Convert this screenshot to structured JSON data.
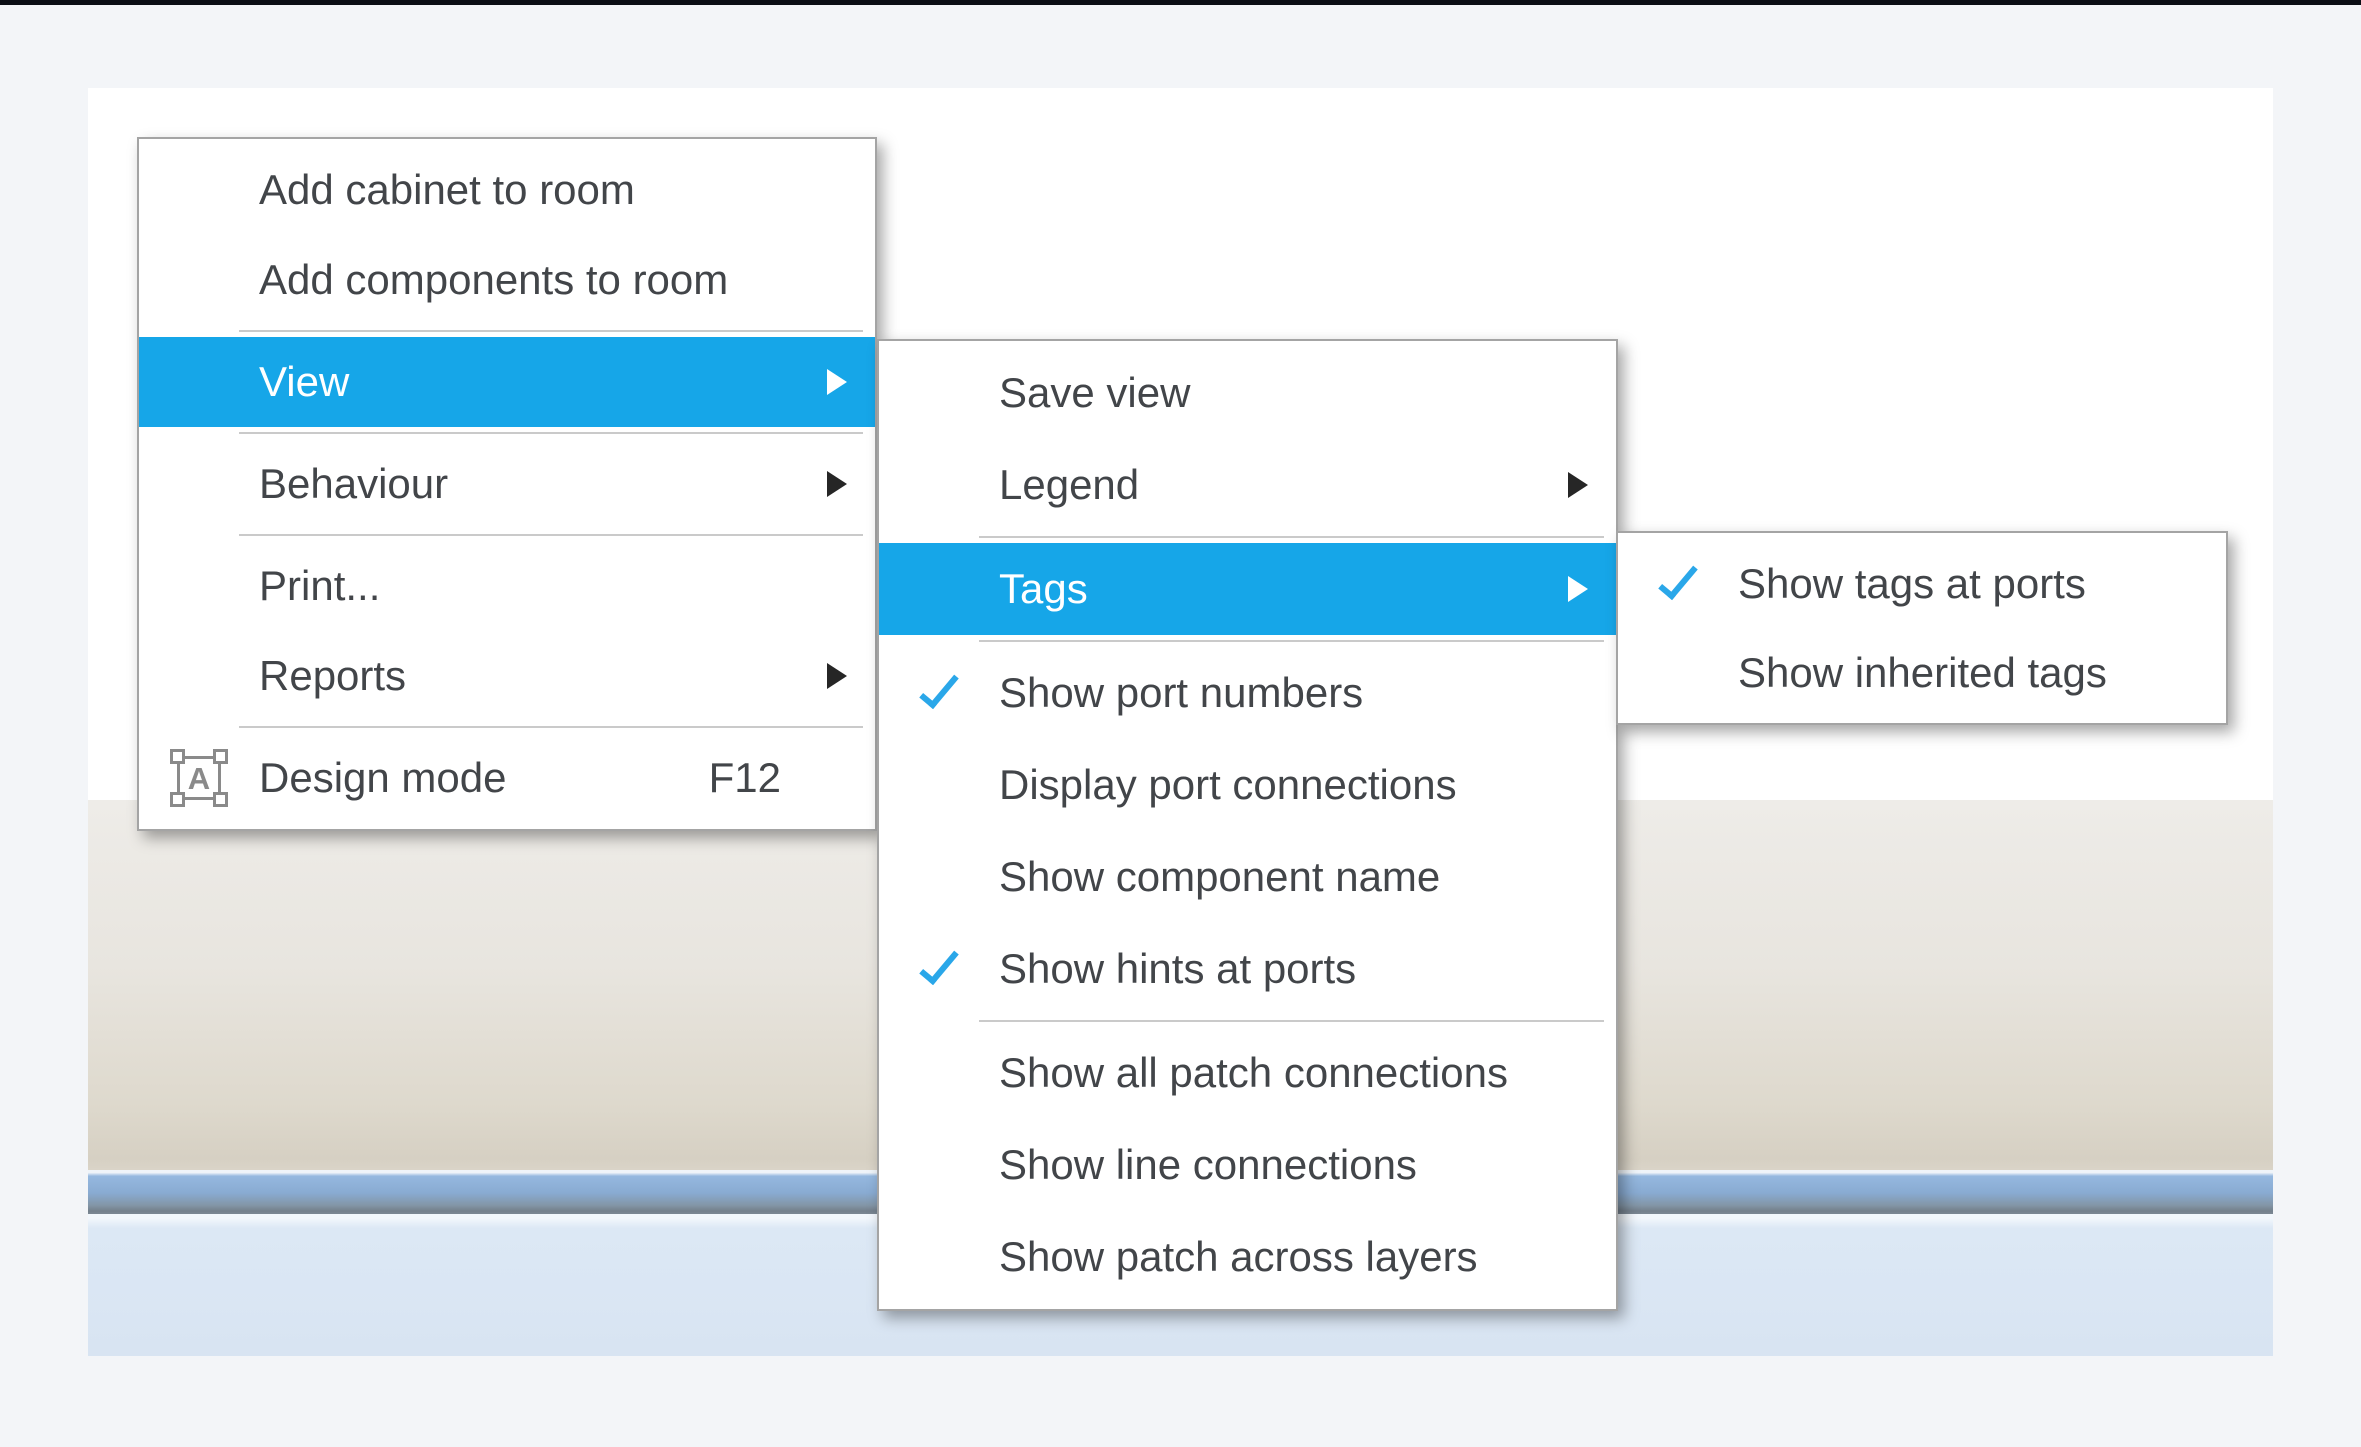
{
  "colors": {
    "outer_bg": "#f3f5f8",
    "top_edge": "#0b0e15",
    "canvas_white": "#ffffff",
    "beige_top": "#eeece8",
    "beige_bottom": "#d6d0c3",
    "bluebar_top": "#95b8df",
    "bluebar_bottom": "#74808c",
    "light_blue": "#dce8f5",
    "menu_bg": "#ffffff",
    "menu_border": "#a4a4a4",
    "separator": "#cacaca",
    "text": "#424549",
    "highlight": "#16a6e8",
    "highlight_text": "#ffffff",
    "check": "#2aa7e9",
    "arrow": "#262626",
    "icon_gray": "#8a8a8a"
  },
  "context_menu": {
    "items": [
      {
        "label": "Add cabinet to room"
      },
      {
        "label": "Add components to room"
      },
      {
        "label": "View",
        "has_submenu": true,
        "highlighted": true
      },
      {
        "label": "Behaviour",
        "has_submenu": true
      },
      {
        "label": "Print..."
      },
      {
        "label": "Reports",
        "has_submenu": true
      },
      {
        "label": "Design mode",
        "shortcut": "F12",
        "icon": "design-mode-icon",
        "icon_letter": "A"
      }
    ]
  },
  "view_submenu": {
    "items": [
      {
        "label": "Save view"
      },
      {
        "label": "Legend",
        "has_submenu": true
      },
      {
        "label": "Tags",
        "has_submenu": true,
        "highlighted": true
      },
      {
        "label": "Show port numbers",
        "checked": true
      },
      {
        "label": "Display port connections"
      },
      {
        "label": "Show component name"
      },
      {
        "label": "Show hints at ports",
        "checked": true
      },
      {
        "label": "Show all patch connections"
      },
      {
        "label": "Show line connections"
      },
      {
        "label": "Show patch across layers"
      }
    ]
  },
  "tags_submenu": {
    "items": [
      {
        "label": "Show tags at ports",
        "checked": true
      },
      {
        "label": "Show inherited tags"
      }
    ]
  }
}
